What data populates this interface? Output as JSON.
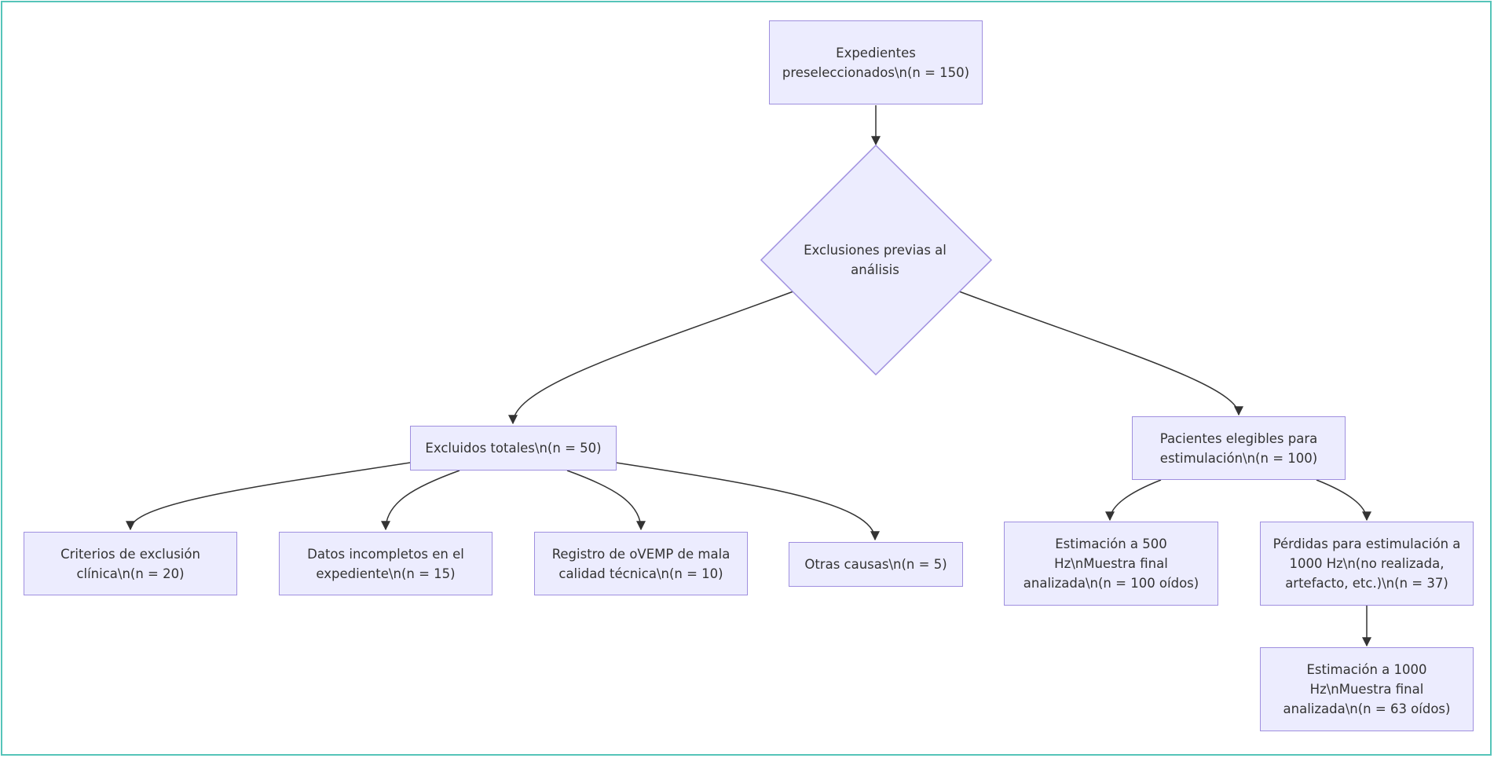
{
  "nodes": {
    "preselected": "Expedientes preseleccionados\\n(n = 150)",
    "exclusions": "Exclusiones previas al análisis",
    "excluded_total": "Excluidos totales\\n(n = 50)",
    "eligible": "Pacientes elegibles para estimulación\\n(n = 100)",
    "clinical_criteria": "Criterios de exclusión clínica\\n(n = 20)",
    "incomplete_data": "Datos incompletos en el expediente\\n(n = 15)",
    "poor_quality": "Registro de oVEMP de mala calidad técnica\\n(n = 10)",
    "other_causes": "Otras causas\\n(n = 5)",
    "est_500": "Estimación a 500 Hz\\nMuestra final analizada\\n(n = 100 oídos)",
    "losses_1000": "Pérdidas para estimulación a 1000 Hz\\n(no realizada, artefacto, etc.)\\n(n = 37)",
    "est_1000": "Estimación a 1000 Hz\\nMuestra final analizada\\n(n = 63 oídos)"
  },
  "colors": {
    "node_fill": "#ececfe",
    "node_stroke": "#9f8fdf",
    "edge": "#333333",
    "frame": "#56c4b9"
  }
}
